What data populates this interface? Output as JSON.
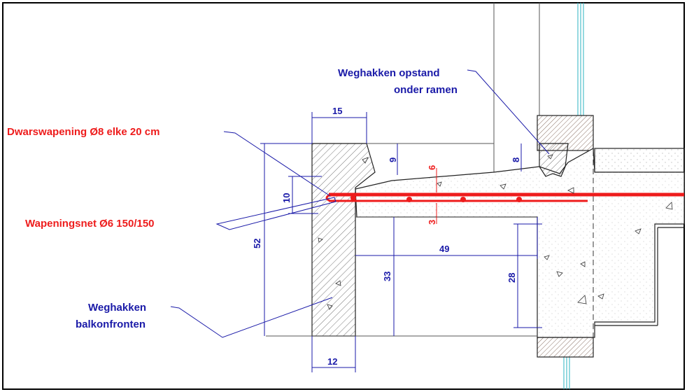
{
  "labels": {
    "dwarswapening": "Dwarswapening Ø8 elke 20 cm",
    "wapeningsnet": "Wapeningsnet Ø6 150/150",
    "opstand_line1": "Weghakken opstand",
    "opstand_line2": "onder ramen",
    "balkon_line1": "Weghakken",
    "balkon_line2": "balkonfronten"
  },
  "dimensions": {
    "d15": "15",
    "d9": "9",
    "d6": "6",
    "d8": "8",
    "d10": "10",
    "d52": "52",
    "d3": "3",
    "d49": "49",
    "d33": "33",
    "d28": "28",
    "d12": "12"
  },
  "colors": {
    "rebar": "#ee1c1c",
    "dimension": "#1a1aa8",
    "outline": "#222222",
    "brick": "#b08a7a"
  }
}
